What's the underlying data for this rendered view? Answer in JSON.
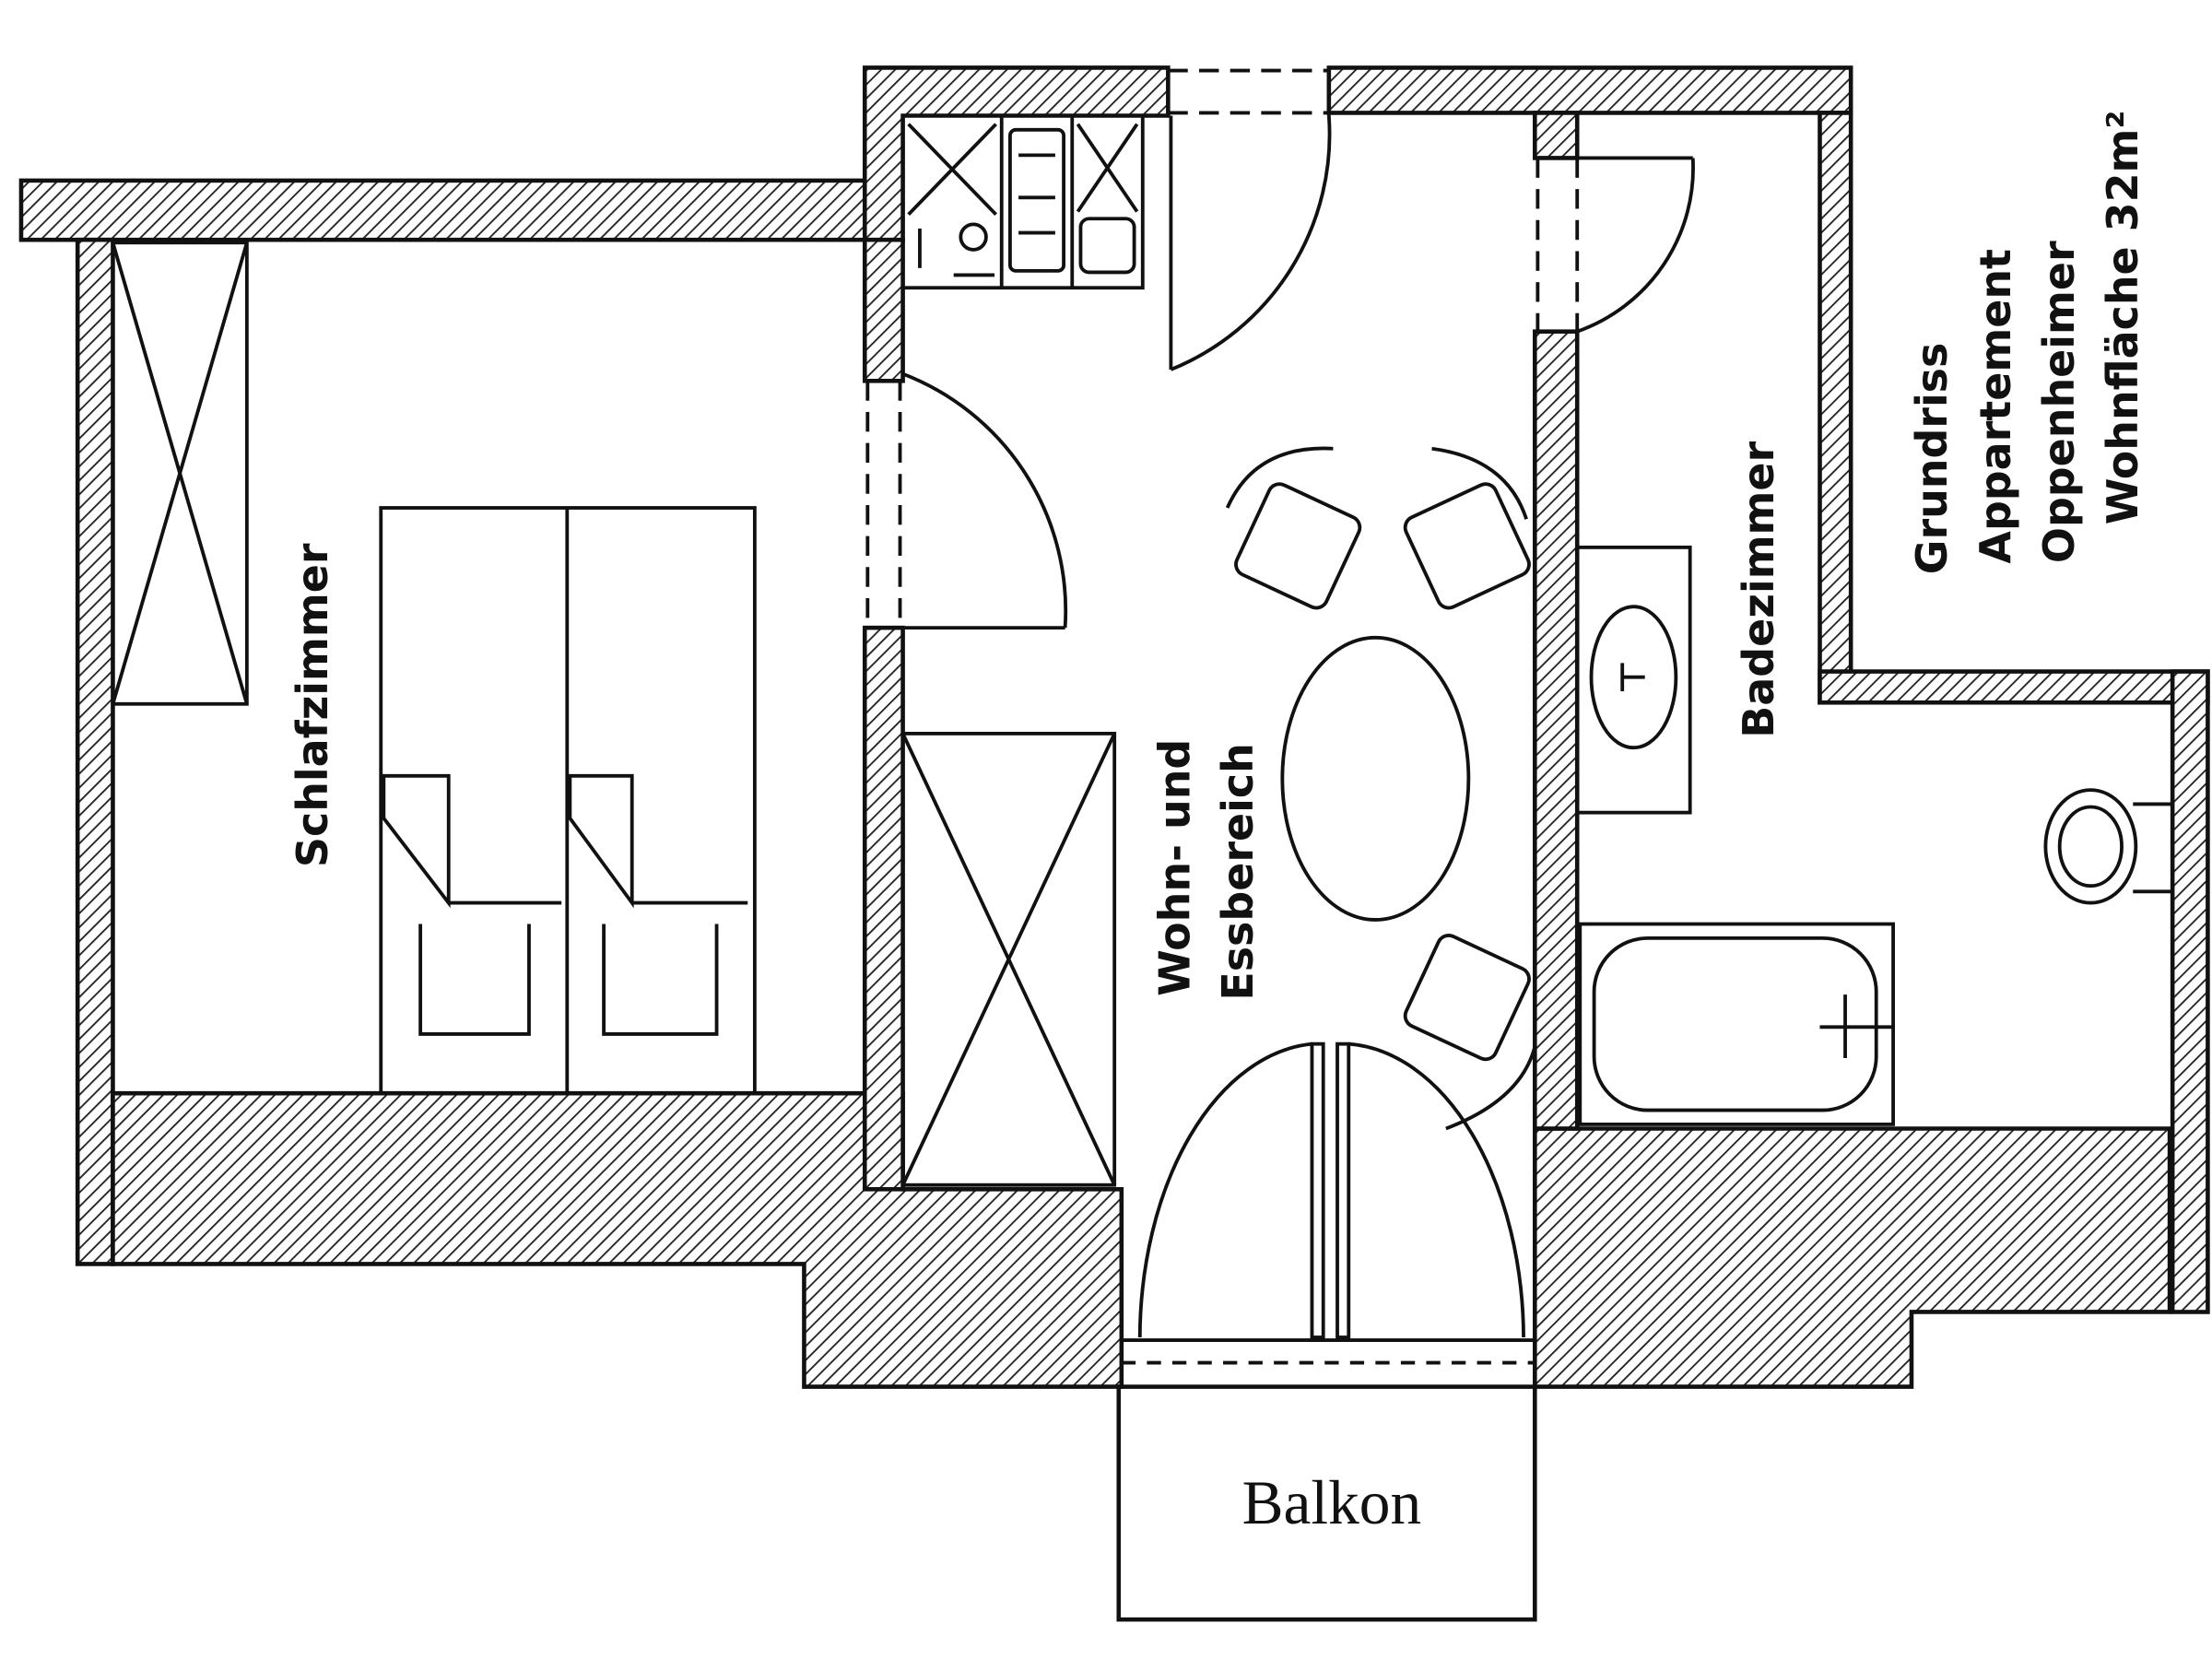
{
  "rooms": {
    "schlafzimmer": "Schlafzimmer",
    "wohn_line1": "Wohn- und",
    "wohn_line2": "Essbereich",
    "badezimmer": "Badezimmer",
    "balkon": "Balkon"
  },
  "title_block": {
    "line1": "Grundriss",
    "line2": "Appartement",
    "line3": "Oppenheimer",
    "line4": "Wohnfläche 32m²"
  },
  "colors": {
    "ink": "#111111",
    "wall_hatch": "#222222",
    "background": "#ffffff"
  }
}
